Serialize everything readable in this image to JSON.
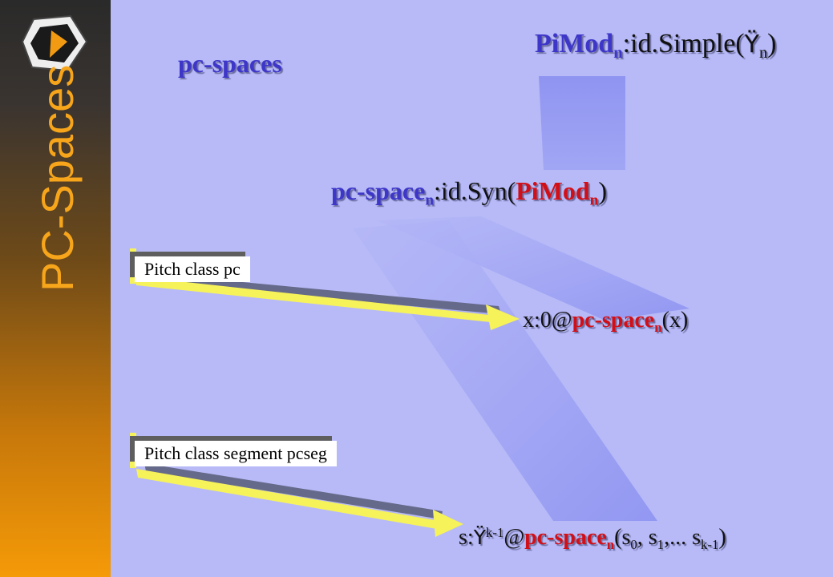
{
  "sidebar": {
    "title": "PC-Spaces"
  },
  "heading": {
    "text": "pc-spaces"
  },
  "top_expr": {
    "name": "PiMod",
    "sub": "n",
    "rest": ":id.Simple(",
    "symbol": "Ÿ",
    "sym_sub": "n",
    "close": ")"
  },
  "mid_expr": {
    "name": "pc-space",
    "sub": "n",
    "rest": ":id.Syn(",
    "arg": "PiMod",
    "arg_sub": "n",
    "close": ")"
  },
  "box1": {
    "label": "Pitch class pc"
  },
  "box2": {
    "label": "Pitch class segment  pcseg"
  },
  "expr1": {
    "pre": "x:0@",
    "name": "pc-space",
    "sub": "n",
    "post": "(x)"
  },
  "expr2": {
    "pre": "s:",
    "symbol": "Ÿ",
    "sup": "k-1",
    "at": "@",
    "name": "pc-space",
    "sub": "n",
    "open": "(s",
    "s0": "0",
    "comma1": ",  s",
    "s1": "1",
    "dots": ",... s",
    "sk": "k-1",
    "close": ")"
  },
  "colors": {
    "sidebar_orange": "#f59a08",
    "background": "#b7baf7",
    "blue_text": "#3d36c8",
    "red_text": "#d20f17",
    "arrow_yellow": "#f6f25a"
  }
}
